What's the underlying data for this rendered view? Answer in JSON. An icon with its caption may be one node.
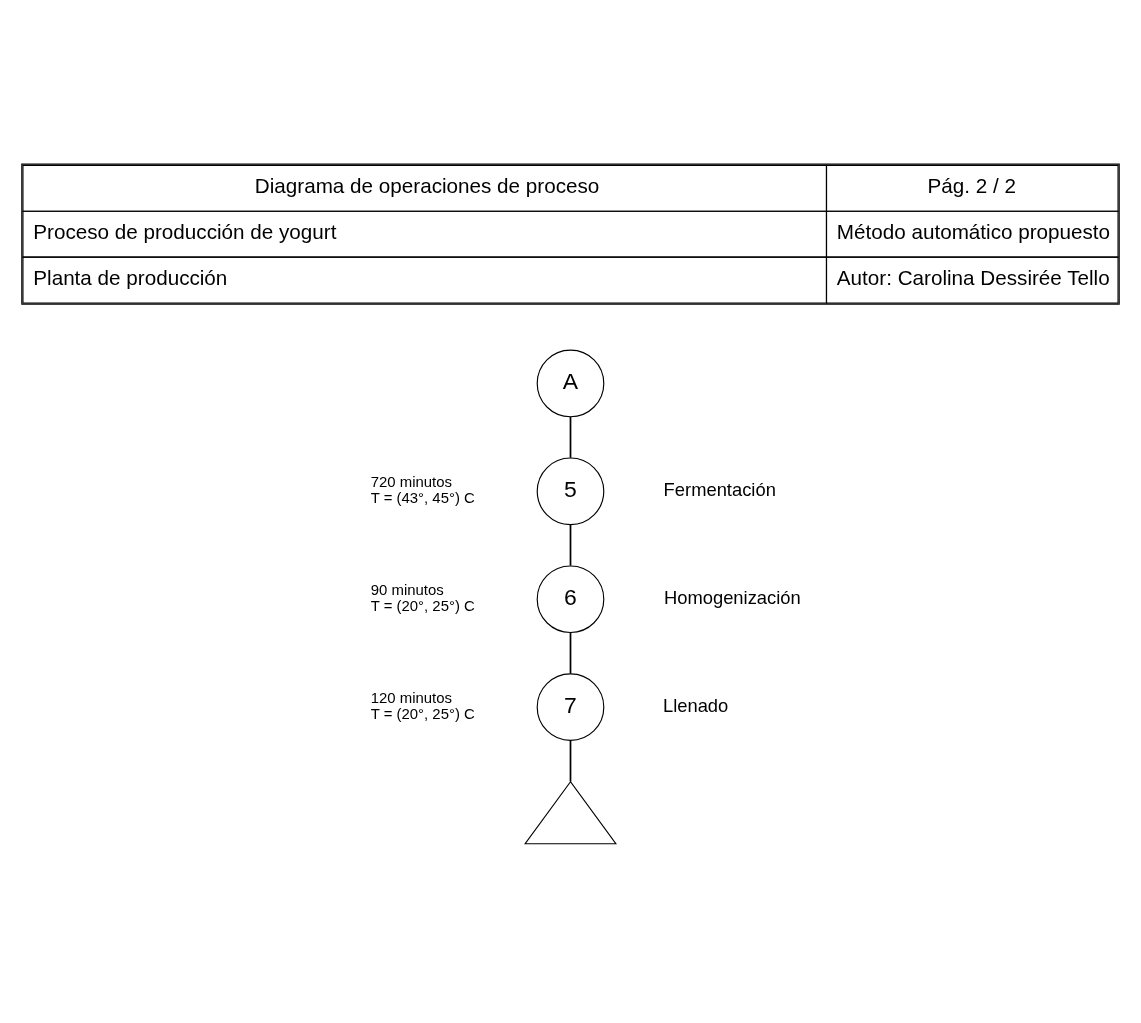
{
  "diagram": {
    "nodes": [
      {
        "text": [
          "A"
        ]
      },
      {
        "text": [
          "5"
        ],
        "beside": [
          "720 minutos",
          "T = (43°, 45°) C",
          "Fermentación"
        ]
      },
      {
        "text": [
          "6"
        ],
        "beside": [
          "90 minutos",
          "T = (20°, 25°) C",
          "Homogenización"
        ]
      },
      {
        "text": [
          "7"
        ],
        "beside": [
          "120 minutos",
          "T = (20°, 25°) C",
          "Llenado"
        ]
      },
      {
        "text": [],
        "shape": "triangle"
      }
    ],
    "edges": [
      {
        "from": 0,
        "to": 1,
        "arrow": "none"
      },
      {
        "from": 1,
        "to": 2,
        "arrow": "none"
      },
      {
        "from": 2,
        "to": 3,
        "arrow": "none"
      },
      {
        "from": 3,
        "to": 4,
        "arrow": "none"
      }
    ],
    "labels": [
      "Diagrama de operaciones de proceso",
      "Pág. 2 / 2",
      "Proceso de producción de yogurt",
      "Método automático propuesto",
      "Planta de producción",
      "Autor: Carolina Dessirée Tello"
    ]
  }
}
